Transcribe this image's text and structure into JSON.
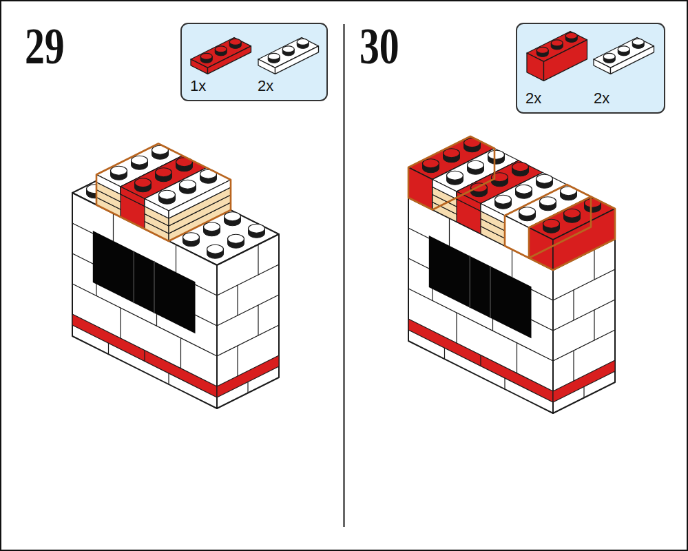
{
  "diagram": {
    "nodes": [
      {
        "text": [
          "1x",
          "2x"
        ]
      },
      {
        "text": [
          "2x",
          "2x"
        ]
      }
    ],
    "labels": [
      "29",
      "30"
    ]
  }
}
